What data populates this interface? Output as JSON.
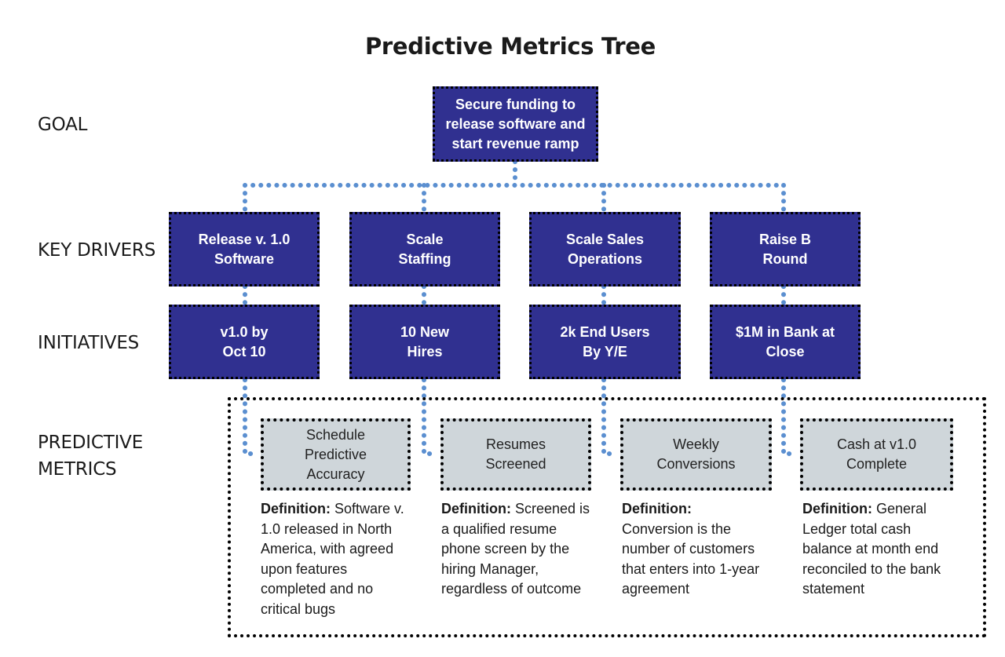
{
  "title": "Predictive Metrics Tree",
  "row_labels": {
    "goal": "GOAL",
    "key_drivers": "KEY DRIVERS",
    "initiatives": "INITIATIVES",
    "predictive_metrics": [
      "PREDICTIVE",
      "METRICS"
    ]
  },
  "goal": "Secure funding to release software and start revenue ramp",
  "key_drivers": [
    "Release v. 1.0 Software",
    "Scale Staffing",
    "Scale Sales Operations",
    "Raise B Round"
  ],
  "initiatives": [
    "v1.0 by Oct 10",
    "10 New Hires",
    "2k End Users By Y/E",
    "$1M in Bank at Close"
  ],
  "metrics": [
    {
      "name": "Schedule Predictive Accuracy",
      "definition_label": "Definition:",
      "definition": "Software v. 1.0 released in North America, with agreed upon features completed and no critical bugs"
    },
    {
      "name": "Resumes Screened",
      "definition_label": "Definition:",
      "definition": "Screened is a qualified resume phone screen by the hiring Manager, regardless of outcome"
    },
    {
      "name": "Weekly Conversions",
      "definition_label": "Definition:",
      "definition": "Conversion is the number of customers that enters into 1-year agreement"
    },
    {
      "name": "Cash at v1.0 Complete",
      "definition_label": "Definition:",
      "definition": "General Ledger total cash balance at month end reconciled to the bank statement"
    }
  ],
  "colors": {
    "box_fill": "#303090",
    "metric_fill": "#cfd6da",
    "connector": "#5b8fd0"
  }
}
